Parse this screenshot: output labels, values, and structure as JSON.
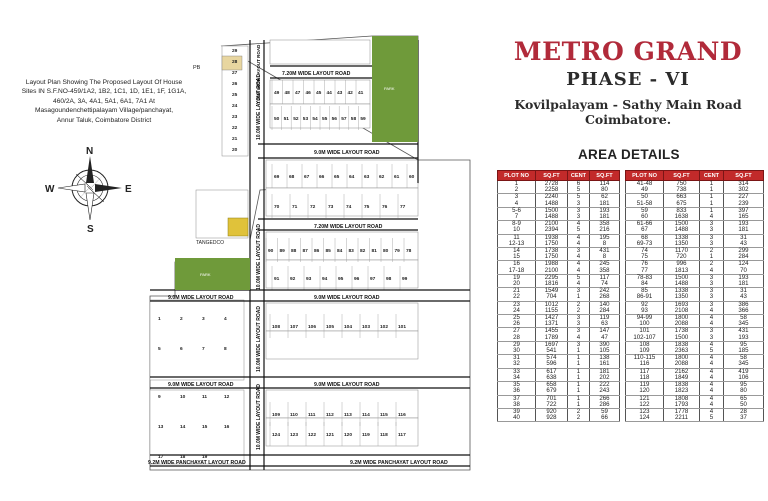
{
  "caption": {
    "lines": [
      "Layout Plan Showing The Proposed Layout Of House",
      "Sites IN S.F.NO-459/1A2, 1B2, 1C1, 1D, 1E1, 1F, 1G1A,",
      "460/2A, 3A, 4A1, 5A1, 6A1, 7A1 At",
      "Masagoundenchettipalayam Village/panchayat,",
      "Annur Taluk, Coimbatore District"
    ]
  },
  "compass": {
    "north": "N",
    "south": "S",
    "east": "E",
    "west": "W"
  },
  "brand": {
    "title": "METRO GRAND",
    "phase": "PHASE - VI",
    "location": "Kovilpalayam - Sathy Main Road",
    "city": "Coimbatore."
  },
  "area_details": {
    "heading": "AREA DETAILS",
    "headers": [
      "PLOT NO",
      "SQ.FT",
      "CENT",
      "SQ.FT"
    ],
    "left_rows": [
      [
        "1",
        "2728",
        "6",
        "114"
      ],
      [
        "2",
        "2258",
        "5",
        "80"
      ],
      [
        "3",
        "2240",
        "5",
        "62"
      ],
      [
        "4",
        "1488",
        "3",
        "181"
      ],
      [
        "5-6",
        "1500",
        "3",
        "193"
      ],
      [
        "7",
        "1488",
        "3",
        "181"
      ],
      [
        "8-9",
        "2100",
        "4",
        "358"
      ],
      [
        "10",
        "2394",
        "5",
        "216"
      ],
      [
        "11",
        "1938",
        "4",
        "195"
      ],
      [
        "12-13",
        "1750",
        "4",
        "8"
      ],
      [
        "14",
        "1738",
        "3",
        "431"
      ],
      [
        "15",
        "1750",
        "4",
        "8"
      ],
      [
        "16",
        "1988",
        "4",
        "245"
      ],
      [
        "17-18",
        "2100",
        "4",
        "358"
      ],
      [
        "19",
        "2295",
        "5",
        "117"
      ],
      [
        "20",
        "1816",
        "4",
        "74"
      ],
      [
        "21",
        "1549",
        "3",
        "242"
      ],
      [
        "22",
        "704",
        "1",
        "268"
      ],
      [
        "23",
        "1012",
        "2",
        "140"
      ],
      [
        "24",
        "1155",
        "2",
        "284"
      ],
      [
        "25",
        "1427",
        "3",
        "119"
      ],
      [
        "26",
        "1371",
        "3",
        "63"
      ],
      [
        "27",
        "1455",
        "3",
        "147"
      ],
      [
        "28",
        "1789",
        "4",
        "47"
      ],
      [
        "29",
        "1697",
        "3",
        "390"
      ],
      [
        "30",
        "541",
        "1",
        "105"
      ],
      [
        "31",
        "574",
        "1",
        "138"
      ],
      [
        "32",
        "596",
        "1",
        "161"
      ],
      [
        "33",
        "617",
        "1",
        "181"
      ],
      [
        "34",
        "638",
        "1",
        "202"
      ],
      [
        "35",
        "658",
        "1",
        "222"
      ],
      [
        "36",
        "679",
        "1",
        "243"
      ],
      [
        "37",
        "701",
        "1",
        "266"
      ],
      [
        "38",
        "722",
        "1",
        "286"
      ],
      [
        "39",
        "920",
        "2",
        "59"
      ],
      [
        "40",
        "928",
        "2",
        "66"
      ]
    ],
    "right_rows": [
      [
        "41-48",
        "750",
        "1",
        "314"
      ],
      [
        "49",
        "738",
        "1",
        "302"
      ],
      [
        "50",
        "663",
        "1",
        "227"
      ],
      [
        "51-58",
        "675",
        "1",
        "239"
      ],
      [
        "59",
        "833",
        "1",
        "397"
      ],
      [
        "60",
        "1638",
        "4",
        "165"
      ],
      [
        "61-66",
        "1500",
        "3",
        "193"
      ],
      [
        "67",
        "1488",
        "3",
        "181"
      ],
      [
        "68",
        "1338",
        "3",
        "31"
      ],
      [
        "69-73",
        "1350",
        "3",
        "43"
      ],
      [
        "74",
        "1170",
        "2",
        "299"
      ],
      [
        "75",
        "720",
        "1",
        "284"
      ],
      [
        "76",
        "996",
        "2",
        "124"
      ],
      [
        "77",
        "1813",
        "4",
        "70"
      ],
      [
        "78-83",
        "1500",
        "3",
        "193"
      ],
      [
        "84",
        "1488",
        "3",
        "181"
      ],
      [
        "85",
        "1338",
        "3",
        "31"
      ],
      [
        "86-91",
        "1350",
        "3",
        "43"
      ],
      [
        "92",
        "1693",
        "3",
        "386"
      ],
      [
        "93",
        "2108",
        "4",
        "366"
      ],
      [
        "94-99",
        "1800",
        "4",
        "58"
      ],
      [
        "100",
        "2088",
        "4",
        "345"
      ],
      [
        "101",
        "1738",
        "3",
        "431"
      ],
      [
        "102-107",
        "1500",
        "3",
        "193"
      ],
      [
        "108",
        "1838",
        "4",
        "95"
      ],
      [
        "109",
        "2363",
        "5",
        "185"
      ],
      [
        "110-115",
        "1800",
        "4",
        "58"
      ],
      [
        "116",
        "2088",
        "4",
        "345"
      ],
      [
        "117",
        "2162",
        "4",
        "419"
      ],
      [
        "118",
        "1849",
        "4",
        "106"
      ],
      [
        "119",
        "1838",
        "4",
        "95"
      ],
      [
        "120",
        "1823",
        "4",
        "80"
      ],
      [
        "121",
        "1808",
        "4",
        "65"
      ],
      [
        "122",
        "1793",
        "4",
        "50"
      ],
      [
        "123",
        "1778",
        "4",
        "28"
      ],
      [
        "124",
        "2211",
        "5",
        "37"
      ]
    ]
  },
  "map": {
    "roads": {
      "r1": "7.20M WIDE LAYOUT ROAD",
      "r2": "9.0M WIDE LAYOUT ROAD",
      "r3": "7.20M WIDE LAYOUT ROAD",
      "r4a": "9.0M WIDE LAYOUT ROAD",
      "r4b": "9.0M WIDE LAYOUT ROAD",
      "r5a": "9.0M WIDE LAYOUT ROAD",
      "r5b": "9.0M WIDE LAYOUT ROAD",
      "r6a": "9.2M WIDE PANCHAYAT LAYOUT ROAD",
      "r6b": "9.2M WIDE PANCHAYAT LAYOUT ROAD",
      "v1": "10.0M WIDE LAYOUT ROAD",
      "v2": "10.0M WIDE LAYOUT ROAD",
      "v3": "10.0M WIDE LAYOUT ROAD",
      "v4": "10.0M WIDE LAYOUT ROAD",
      "v5": "7.20M WIDE LAYOUT ROAD"
    },
    "labels": {
      "pb": "PB",
      "tangedco": "TANGEDCO",
      "park": "PARK"
    },
    "colors": {
      "park": "#6f9a3a",
      "tangedco": "#e0c23a",
      "road": "#111111",
      "sold_mark": "#9a9a9a"
    },
    "plot_numbers": {
      "col_top": [
        "29",
        "28",
        "27",
        "26",
        "25",
        "24",
        "23",
        "22",
        "21",
        "20"
      ],
      "row_a": [
        "49",
        "48",
        "47",
        "46",
        "45",
        "44",
        "43",
        "42",
        "41"
      ],
      "row_b": [
        "50",
        "51",
        "52",
        "53",
        "54",
        "55",
        "56",
        "57",
        "58",
        "59"
      ],
      "row_c": [
        "69",
        "68",
        "67",
        "66",
        "65",
        "64",
        "63",
        "62",
        "61",
        "60"
      ],
      "row_d": [
        "70",
        "71",
        "72",
        "73",
        "74",
        "75",
        "76",
        "77"
      ],
      "row_e": [
        "90",
        "89",
        "88",
        "87",
        "86",
        "85",
        "84",
        "83",
        "82",
        "81",
        "80",
        "79",
        "78"
      ],
      "row_f": [
        "91",
        "92",
        "93",
        "94",
        "95",
        "96",
        "97",
        "98",
        "99"
      ],
      "row_g": [
        "108",
        "107",
        "106",
        "105",
        "104",
        "103",
        "102",
        "101"
      ],
      "row_h": [
        "109",
        "110",
        "111",
        "112",
        "113",
        "114",
        "115",
        "116"
      ],
      "row_i": [
        "124",
        "123",
        "122",
        "121",
        "120",
        "119",
        "118",
        "117"
      ],
      "col_left": [
        "1",
        "2",
        "3",
        "4",
        "5",
        "6",
        "7",
        "8",
        "9",
        "10",
        "11",
        "12",
        "13",
        "14",
        "15",
        "16",
        "17",
        "18",
        "19"
      ]
    }
  }
}
